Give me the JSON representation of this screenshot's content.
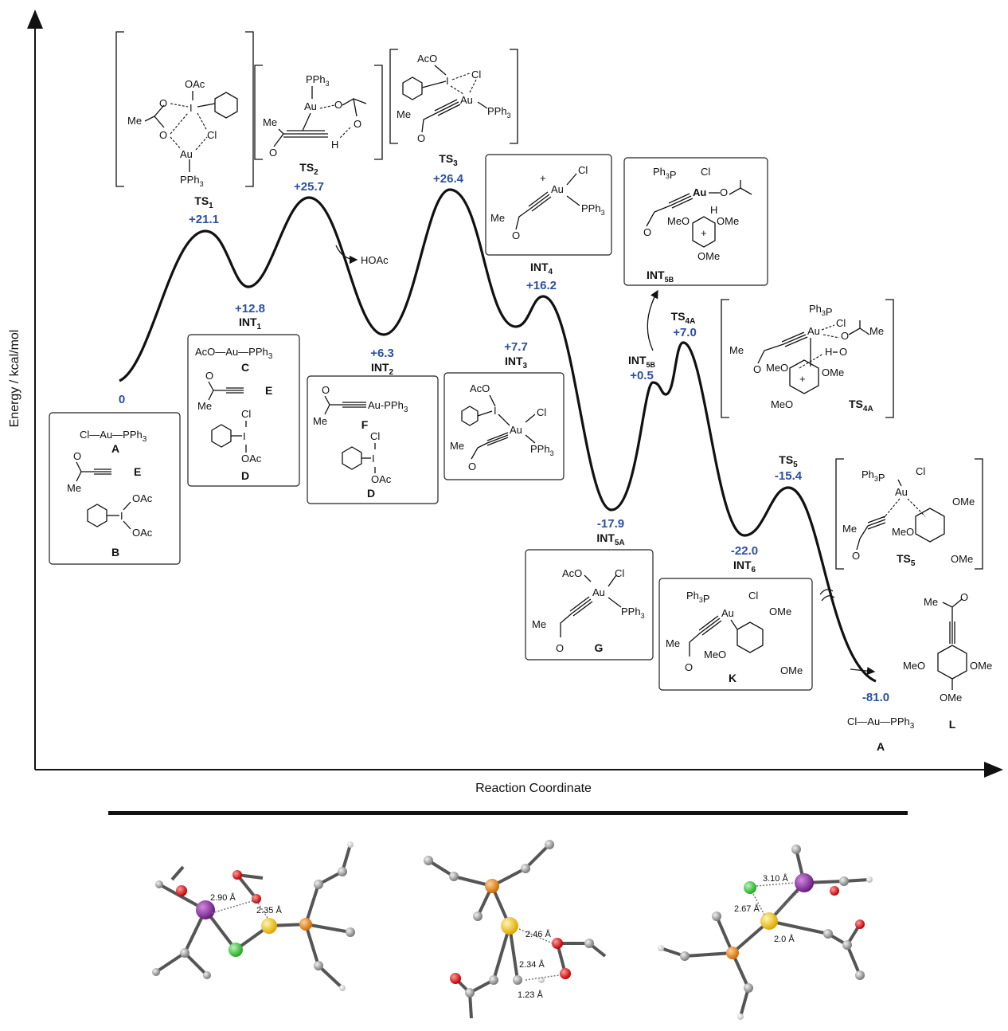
{
  "axes": {
    "ylabel": "Energy / kcal/mol",
    "xlabel": "Reaction Coordinate"
  },
  "states": [
    {
      "id": "start",
      "energy": "0"
    },
    {
      "id": "TS1",
      "energy": "+21.1",
      "name": "TS",
      "sub": "1"
    },
    {
      "id": "INT1",
      "energy": "+12.8",
      "name": "INT",
      "sub": "1"
    },
    {
      "id": "TS2",
      "energy": "+25.7",
      "name": "TS",
      "sub": "2"
    },
    {
      "id": "INT2",
      "energy": "+6.3",
      "name": "INT",
      "sub": "2"
    },
    {
      "id": "TS3",
      "energy": "+26.4",
      "name": "TS",
      "sub": "3"
    },
    {
      "id": "INT3",
      "energy": "+7.7",
      "name": "INT",
      "sub": "3"
    },
    {
      "id": "INT4",
      "energy": "+16.2",
      "name": "INT",
      "sub": "4"
    },
    {
      "id": "INT5A",
      "energy": "-17.9",
      "name": "INT",
      "sub": "5A"
    },
    {
      "id": "INT5B",
      "energy": "+0.5",
      "name": "INT",
      "sub": "5B"
    },
    {
      "id": "TS4A",
      "energy": "+7.0",
      "name": "TS",
      "sub": "4A"
    },
    {
      "id": "INT6",
      "energy": "-22.0",
      "name": "INT",
      "sub": "6"
    },
    {
      "id": "TS5",
      "energy": "-15.4",
      "name": "TS",
      "sub": "5"
    },
    {
      "id": "end",
      "energy": "-81.0"
    }
  ],
  "hoac": "HOAc",
  "structures": {
    "A_formula": "Cl—Au—PPh",
    "A": "A",
    "B": "B",
    "C": "C",
    "D": "D",
    "E": "E",
    "F": "F",
    "G": "G",
    "K": "K",
    "L": "L",
    "acoaupph3": "AcO—Au—PPh",
    "oac": "OAc",
    "cl": "Cl",
    "me": "Me",
    "o": "O",
    "au": "Au",
    "pph3": "PPh",
    "ph3p": "Ph",
    "aco": "AcO",
    "ome": "OMe",
    "meo": "MeO",
    "h": "H",
    "i": "I",
    "sub3": "3",
    "au_pph3": "Au-PPh",
    "plus": "+"
  },
  "distances": {
    "m1": [
      "2.90 Å",
      "2.35 Å"
    ],
    "m2": [
      "2.46 Å",
      "2.34 Å",
      "1.23  Å"
    ],
    "m3": [
      "3.10 Å",
      "2.67 Å",
      "2.0 Å"
    ]
  },
  "colors": {
    "energy": "#2b4fa3",
    "gold": "#f2c200",
    "iodine": "#8b2fa0",
    "chlorine": "#3dcc3d",
    "phosphorus": "#ef8a1c",
    "oxygen": "#e02020",
    "carbon": "#9a9a9a",
    "hydrogen": "#f4f4f4"
  }
}
